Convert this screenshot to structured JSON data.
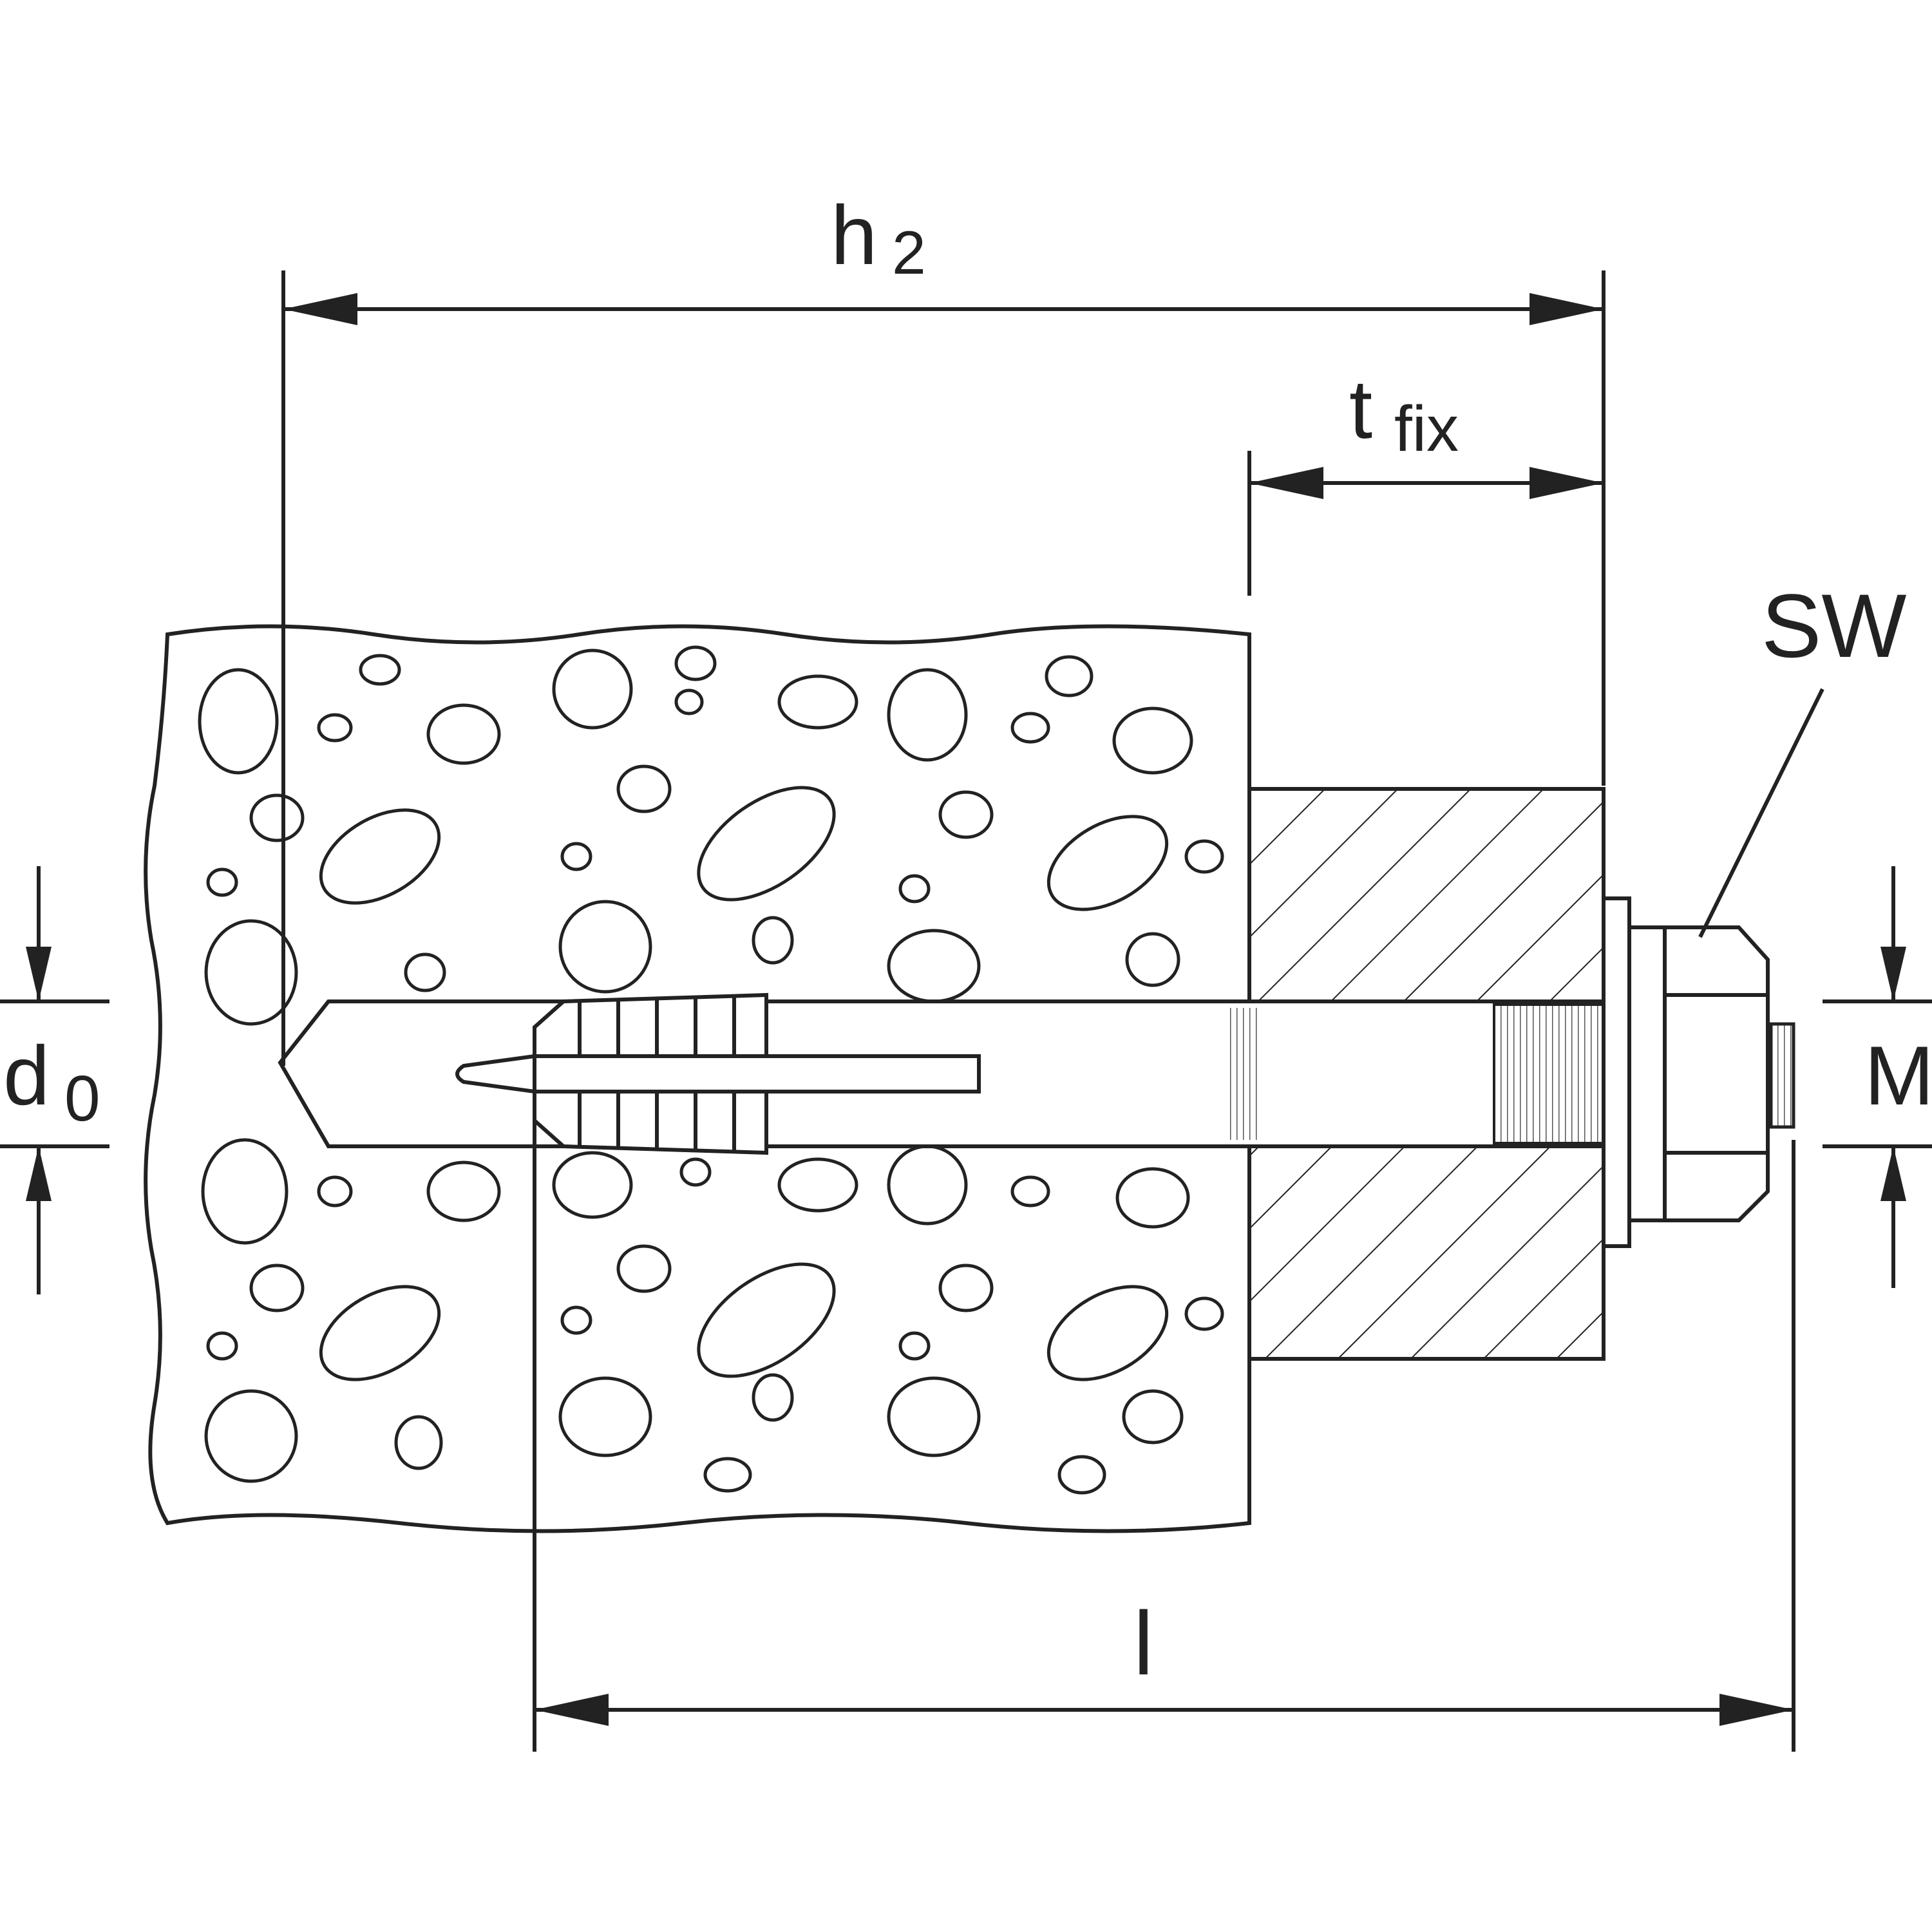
{
  "labels": {
    "h2_main": "h",
    "h2_sub": "2",
    "tfix_main": "t",
    "tfix_sub": "fix",
    "sw": "SW",
    "d0_main": "d",
    "d0_sub": "0",
    "m": "M",
    "l": "l"
  },
  "colors": {
    "line": "#222222",
    "background": "#ffffff"
  }
}
